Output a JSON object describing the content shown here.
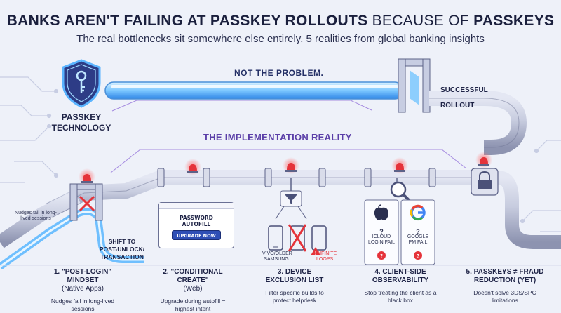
{
  "header": {
    "title_bold_1": "BANKS AREN'T FAILING AT PASSKEY ROLLOUTS",
    "title_normal": "BECAUSE OF",
    "title_bold_2": "PASSKEYS",
    "subtitle": "The real bottlenecks sit somewhere else entirely. 5 realities from global banking insights"
  },
  "diagram": {
    "passkey_label": "PASSKEY TECHNOLOGY",
    "not_problem": "NOT THE PROBLEM.",
    "successful": "SUCCESSFUL",
    "rollout": "ROLLOUT",
    "implementation": "THE IMPLEMENTATION REALITY",
    "nudges_small": "Nudges fail in long-lived sessions",
    "shift_1": "SHIFT TO",
    "shift_2": "POST-UNLOCK/",
    "shift_3": "TRANSACTION",
    "password_autofill": "PASSWORD AUTOFILL",
    "upgrade_now": "UPGRADE NOW",
    "vivo_1": "VIVO/OLDER",
    "vivo_2": "SAMSUNG",
    "infinite_1": "INFINITE",
    "infinite_2": "LOOPS",
    "icloud_1": "ICLOUD",
    "icloud_2": "LOGIN FAIL",
    "google_1": "GOOGLE",
    "google_2": "PM FAIL",
    "q": "?"
  },
  "realities": [
    {
      "title": "1. \"POST-LOGIN\" MINDSET",
      "sub": "(Native Apps)",
      "body": "Nudges fail in long-lived sessions"
    },
    {
      "title": "2. \"CONDITIONAL CREATE\"",
      "sub": "(Web)",
      "body": "Upgrade during autofill = highest intent"
    },
    {
      "title": "3. DEVICE EXCLUSION LIST",
      "sub": "",
      "body": "Filter specific builds to protect helpdesk"
    },
    {
      "title": "4. CLIENT-SIDE OBSERVABILITY",
      "sub": "",
      "body": "Stop treating the client as a black box"
    },
    {
      "title": "5. PASSKEYS ≠ FRAUD REDUCTION (Yet)",
      "sub": "",
      "body": "Doesn't solve 3DS/SPC limitations"
    }
  ],
  "colors": {
    "navy": "#1e2346",
    "glow_blue": "#3aa0ff",
    "pipe_grey": "#b9bfd8",
    "alert_red": "#e5333a",
    "purple": "#5b3fa8"
  }
}
